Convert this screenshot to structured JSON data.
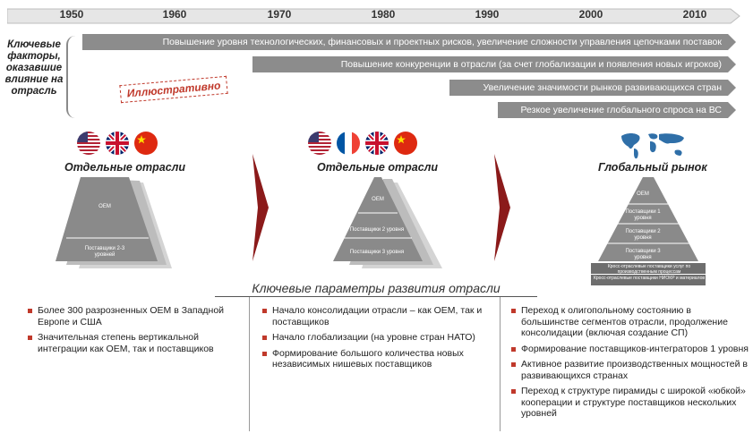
{
  "timeline": {
    "years": [
      "1950",
      "1960",
      "1970",
      "1980",
      "1990",
      "2000",
      "2010"
    ]
  },
  "factors_label": "Ключевые факторы, оказавшие влияние на отрасль",
  "bars": [
    "Повышение уровня технологических, финансовых и проектных рисков, увеличение сложности управления цепочками поставок",
    "Повышение конкуренции в отрасли (за счет глобализации и появления новых игроков)",
    "Увеличение значимости рынков развивающихся стран",
    "Резкое увеличение глобального спроса на ВС"
  ],
  "stamp": "Иллюстративно",
  "stages": [
    {
      "title": "Отдельные отрасли",
      "flags": [
        "us-flag",
        "uk-flag",
        "cn-flag"
      ],
      "pyramid": {
        "top": "OEM",
        "bottom": "Поставщики 2-3 уровней"
      }
    },
    {
      "title": "Отдельные отрасли",
      "flags": [
        "us-flag",
        "fr-flag",
        "uk-flag",
        "cn-flag"
      ],
      "pyramid": {
        "top": "OEM",
        "mid": "Поставщики 2 уровня",
        "bottom": "Поставщики 3 уровня"
      }
    },
    {
      "title": "Глобальный рынок",
      "icon": "world-map-icon",
      "pyramid": {
        "top": "OEM",
        "l1": "Поставщики 1 уровня",
        "l2": "Поставщики 2 уровня",
        "l3": "Поставщики 3 уровня",
        "base1": "Кросс-отраслевые поставщики услуг по производственным процессам",
        "base2": "Кросс-отраслевые поставщики НИОКР и материалов"
      }
    }
  ],
  "key_params": "Ключевые параметры развития отрасли",
  "lists": [
    [
      "Более 300 разрозненных OEM в Западной Европе и США",
      "Значительная степень вертикальной интеграции как OEM, так и поставщиков"
    ],
    [
      "Начало консолидации отрасли – как OEM, так и поставщиков",
      "Начало глобализации (на уровне стран НАТО)",
      "Формирование большого количества новых независимых нишевых поставщиков"
    ],
    [
      "Переход к олигопольному состоянию в большинстве сегментов отрасли, продолжение консолидации (включая создание СП)",
      "Формирование поставщиков-интеграторов 1 уровня",
      "Активное развитие производственных мощностей в развивающихся странах",
      "Переход к структуре пирамиды с широкой «юбкой» кооперации и структуре поставщиков нескольких уровней"
    ]
  ],
  "colors": {
    "accent": "#c0392b",
    "bar": "#8c8c8c",
    "pyramid_dark": "#7a7a7a",
    "pyramid_light": "#b5b5b5"
  }
}
